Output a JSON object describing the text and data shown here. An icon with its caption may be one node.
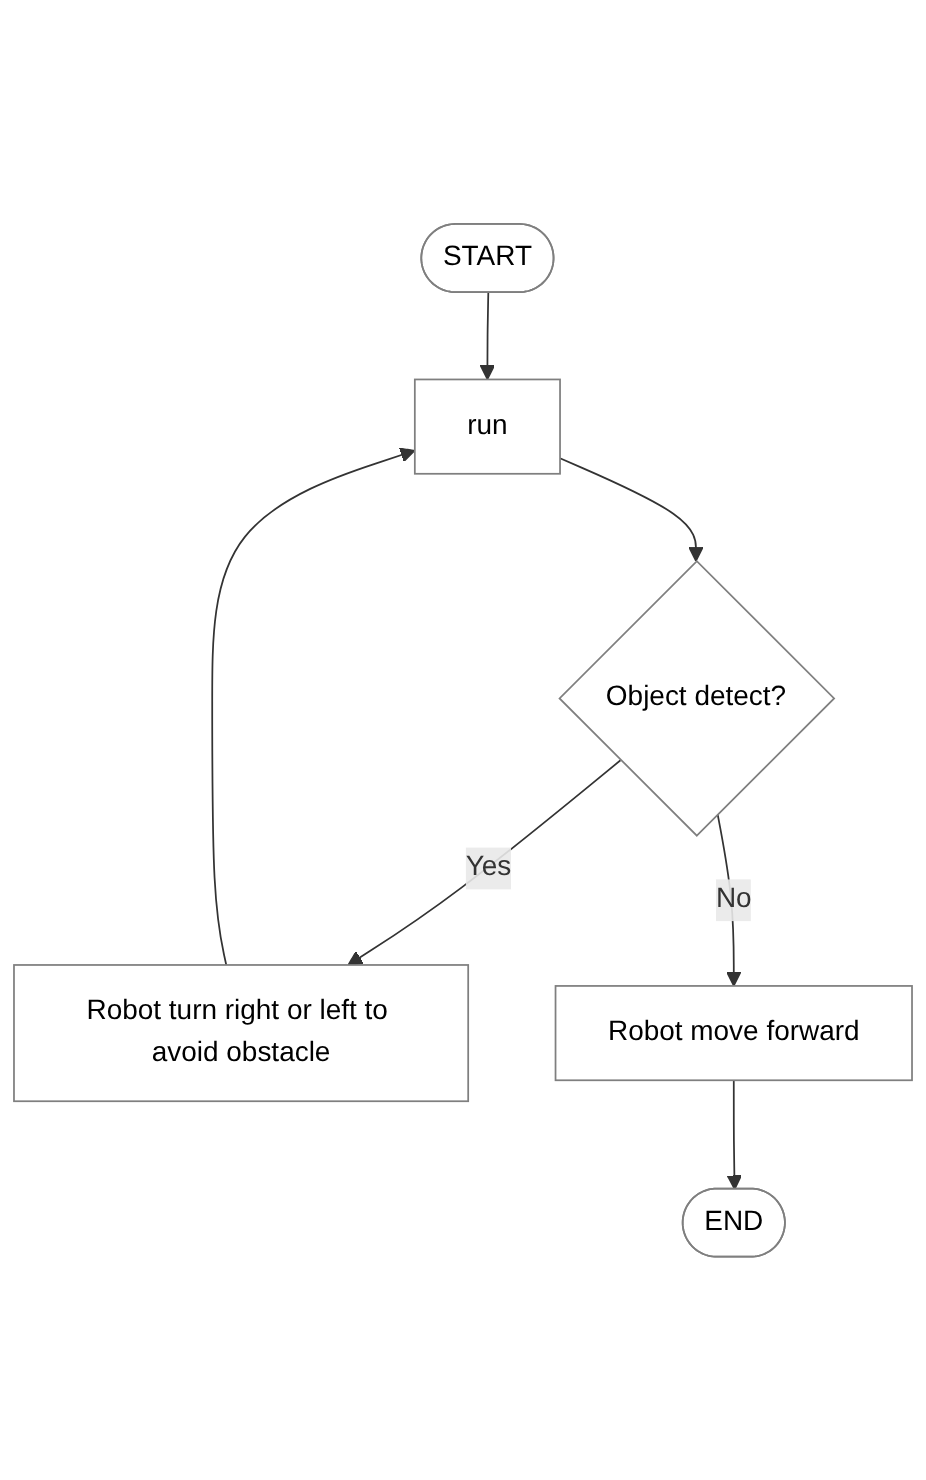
{
  "diagram": {
    "nodes": [
      {
        "text": [
          "START"
        ]
      },
      {
        "text": [
          "run"
        ]
      },
      {
        "text": [
          "Object detect?"
        ]
      },
      {
        "text": [
          "Robot turn right or left to avoid obstacle"
        ]
      },
      {
        "text": [
          "Robot move forward"
        ]
      },
      {
        "text": [
          "END"
        ]
      }
    ],
    "edges": [
      {
        "from": 0,
        "to": 1,
        "arrow": "to"
      },
      {
        "from": 1,
        "to": 2,
        "arrow": "to"
      },
      {
        "from": 2,
        "to": 3,
        "label": "Yes",
        "arrow": "to"
      },
      {
        "from": 3,
        "to": 1,
        "arrow": "to"
      },
      {
        "from": 2,
        "to": 4,
        "label": "No",
        "arrow": "to"
      },
      {
        "from": 4,
        "to": 5,
        "arrow": "to"
      }
    ]
  }
}
